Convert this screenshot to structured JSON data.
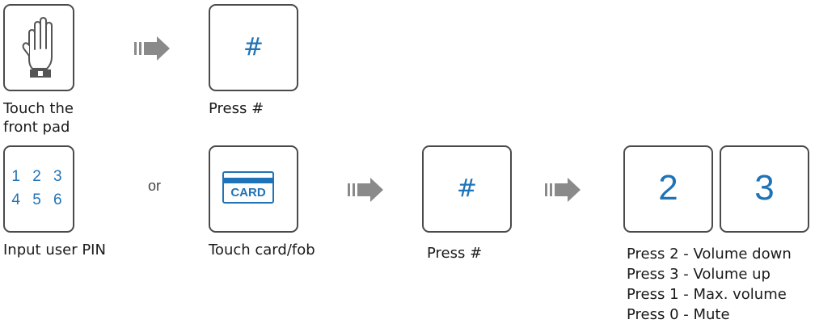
{
  "step1": {
    "touch_label_line1": "Touch the",
    "touch_label_line2": "front pad",
    "hash_symbol": "#",
    "press_label": "Press #",
    "hand_icon": "hand-icon"
  },
  "step2": {
    "pin_row1": "1 2 3",
    "pin_row2": "4 5 6",
    "pin_label": "Input user PIN",
    "or_text": "or",
    "card_text": "CARD",
    "card_label": "Touch card/fob",
    "hash_symbol": "#",
    "press_label": "Press #",
    "key2": "2",
    "key3": "3",
    "volume_instructions": [
      "Press 2 - Volume down",
      "Press 3 - Volume up",
      "Press 1 - Max. volume",
      "Press 0 - Mute"
    ]
  },
  "colors": {
    "accent": "#1f73b7",
    "border": "#4a4a4a",
    "arrow": "#8a8a8a"
  }
}
